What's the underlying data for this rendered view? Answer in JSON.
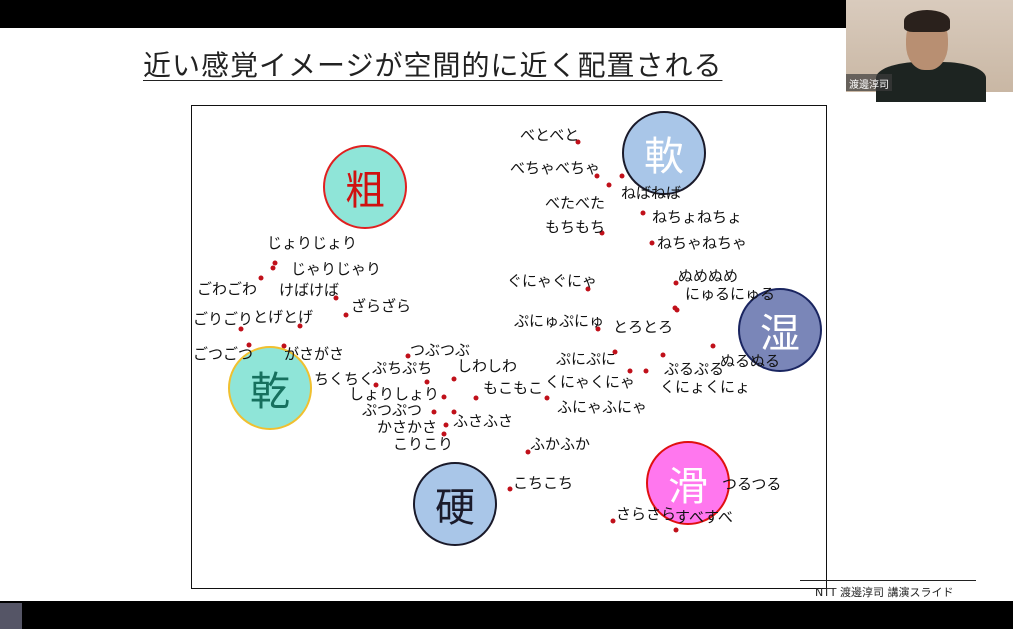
{
  "slide": {
    "title": "近い感覚イメージが空間的に近く配置される",
    "footer": "NTT 渡邊淳司 講演スライド",
    "poles": [
      {
        "label": "粗",
        "fill": "#8fe5d8",
        "stroke": "#e02020",
        "text": "#d01010"
      },
      {
        "label": "軟",
        "fill": "#a9c6e8",
        "stroke": "#1a1a2a",
        "text": "#ffffff"
      },
      {
        "label": "湿",
        "fill": "#7a86b8",
        "stroke": "#1a2560",
        "text": "#ffffff"
      },
      {
        "label": "乾",
        "fill": "#8fe5d8",
        "stroke": "#f0c030",
        "text": "#16705e"
      },
      {
        "label": "硬",
        "fill": "#a9c6e8",
        "stroke": "#1a1a2a",
        "text": "#1a1a2a"
      },
      {
        "label": "滑",
        "fill": "#ff77ee",
        "stroke": "#e01010",
        "text": "#ffffff"
      }
    ],
    "words": [
      "べとべと",
      "べちゃべちゃ",
      "ねばねば",
      "べたべた",
      "もちもち",
      "ねちょねちょ",
      "ねちゃねちゃ",
      "ぐにゃぐにゃ",
      "ぬめぬめ",
      "にゅるにゅる",
      "ぷにゅぷにゅ",
      "とろとろ",
      "じょりじょり",
      "じゃりじゃり",
      "ごわごわ",
      "けばけば",
      "ざらざら",
      "ごりごり",
      "とげとげ",
      "ごつごつ",
      "がさがさ",
      "ちくちく",
      "つぶつぶ",
      "ぷちぷち",
      "しわしわ",
      "しょりしょり",
      "ぷつぷつ",
      "ふさふさ",
      "かさかさ",
      "こりこり",
      "もこもこ",
      "ぷにぷに",
      "くにゃくにゃ",
      "くにょくにょ",
      "ぷるぷる",
      "ぬるぬる",
      "ふにゃふにゃ",
      "ふかふか",
      "こちこち",
      "つるつる",
      "さらさら",
      "すべすべ"
    ],
    "dot_color": "#c0101a"
  },
  "webcam": {
    "name": "渡邊淳司"
  }
}
